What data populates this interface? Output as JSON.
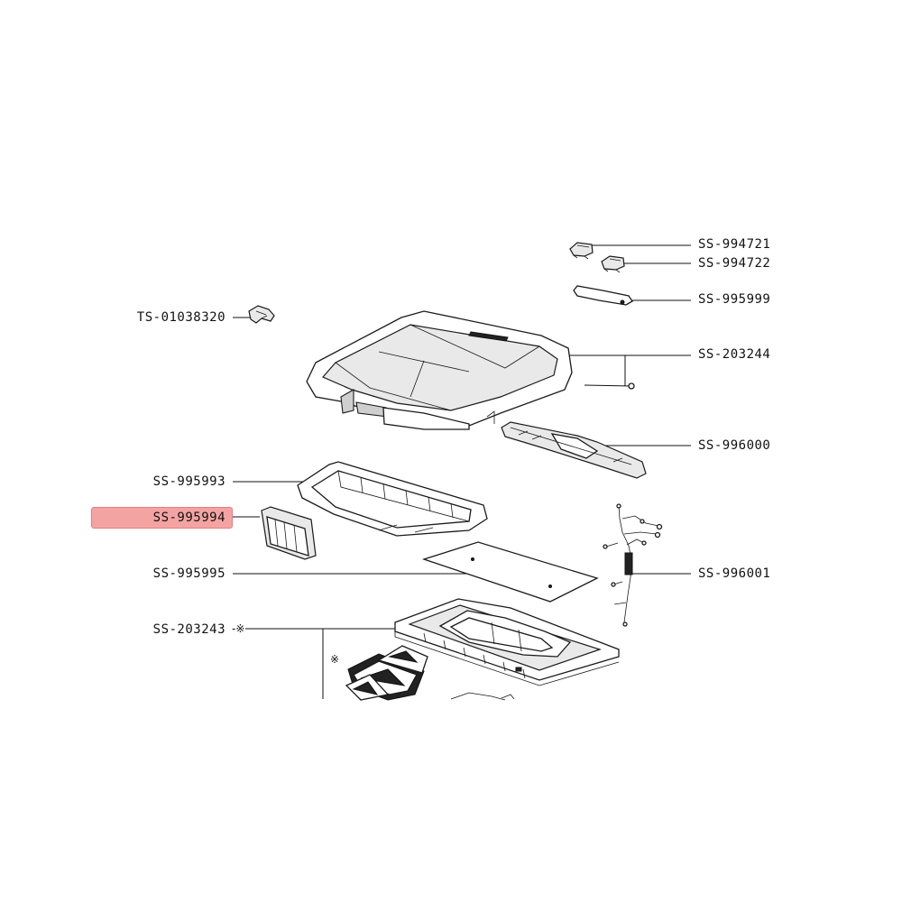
{
  "parts": [
    {
      "id": "p1",
      "label": "SS-994721",
      "highlighted": false
    },
    {
      "id": "p2",
      "label": "SS-994722",
      "highlighted": false
    },
    {
      "id": "p3",
      "label": "SS-995999",
      "highlighted": false
    },
    {
      "id": "p4",
      "label": "TS-01038320",
      "highlighted": false
    },
    {
      "id": "p5",
      "label": "SS-203244",
      "highlighted": false
    },
    {
      "id": "p6",
      "label": "SS-996000",
      "highlighted": false
    },
    {
      "id": "p7",
      "label": "SS-995993",
      "highlighted": false
    },
    {
      "id": "p8",
      "label": "SS-995994",
      "highlighted": true
    },
    {
      "id": "p9",
      "label": "SS-995995",
      "highlighted": false
    },
    {
      "id": "p10",
      "label": "SS-996001",
      "highlighted": false
    },
    {
      "id": "p11",
      "label": "SS-203243",
      "highlighted": false
    }
  ],
  "markers": {
    "asterisk_inline": "-※",
    "asterisk_plates": "※"
  },
  "colors": {
    "highlight_fill": "#f4a3a3",
    "highlight_border": "#e57d7d",
    "line": "#111111"
  }
}
